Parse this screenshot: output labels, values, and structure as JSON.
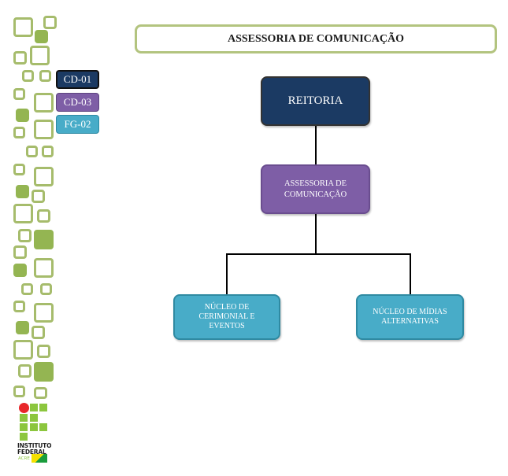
{
  "title": "ASSESSORIA DE COMUNICAÇÃO",
  "legend": [
    {
      "label": "CD-01",
      "color": "#1b3a63"
    },
    {
      "label": "CD-03",
      "color": "#7e5ea6"
    },
    {
      "label": "FG-02",
      "color": "#48acc8"
    }
  ],
  "org_chart": {
    "root": {
      "label": "REITORIA",
      "level": "CD-01"
    },
    "level2": {
      "label": "ASSESSORIA DE COMUNICAÇÃO",
      "level": "CD-03"
    },
    "children": [
      {
        "label": "NÚCLEO DE CERIMONIAL E EVENTOS",
        "level": "FG-02"
      },
      {
        "label": "NÚCLEO DE MÍDIAS ALTERNATIVAS",
        "level": "FG-02"
      }
    ]
  },
  "logo": {
    "line1": "INSTITUTO",
    "line2": "FEDERAL",
    "line3": "ACRE"
  },
  "colors": {
    "accent_green": "#94b552",
    "title_border": "#b3c47f",
    "logo_red": "#e8262a"
  }
}
